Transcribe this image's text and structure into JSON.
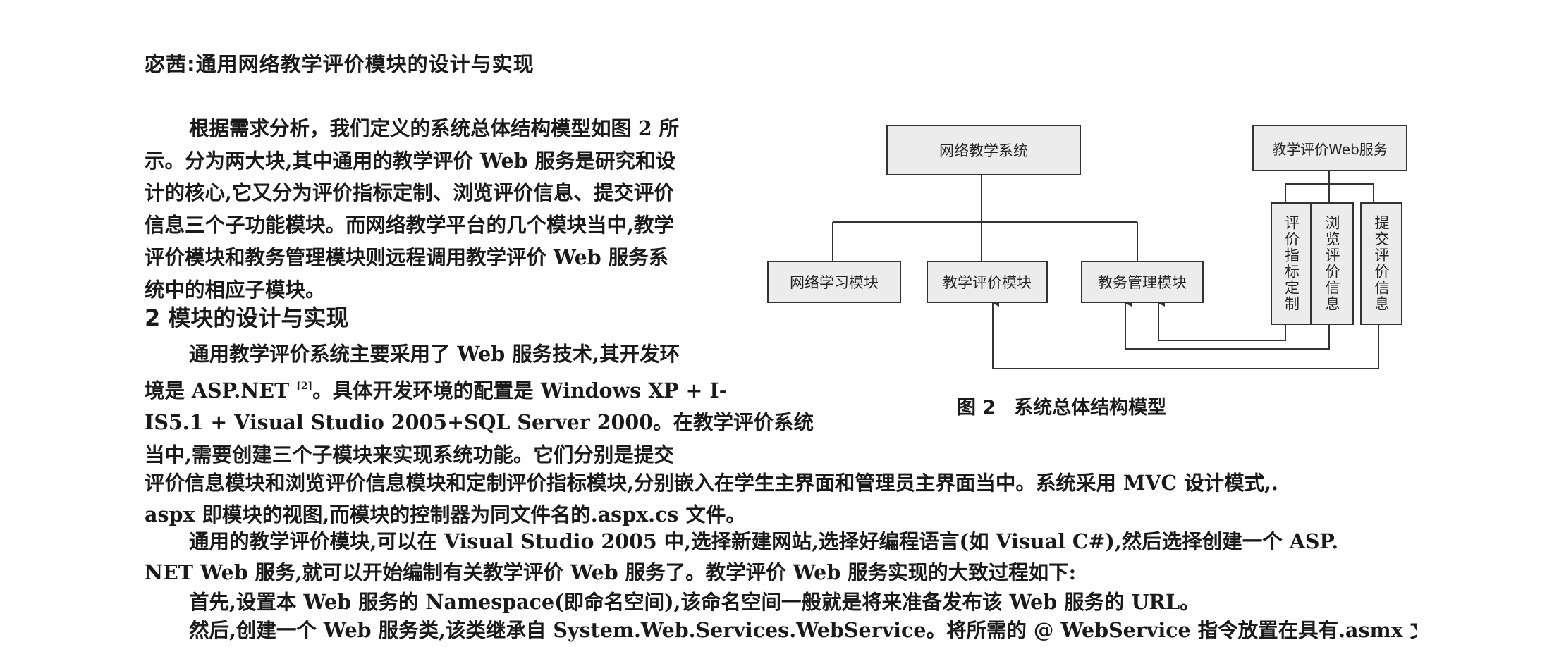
{
  "header": {
    "running_title": "宓茜:通用网络教学评价模块的设计与实现"
  },
  "intro_paragraph": {
    "lines": [
      "根据需求分析，我们定义的系统总体结构模型如图 2 所",
      "示。分为两大块,其中通用的教学评价 Web 服务是研究和设",
      "计的核心,它又分为评价指标定制、浏览评价信息、提交评价",
      "信息三个子功能模块。而网络教学平台的几个模块当中,教学",
      "评价模块和教务管理模块则远程调用教学评价 Web 服务系",
      "统中的相应子模块。"
    ]
  },
  "section": {
    "title": "2 模块的设计与实现"
  },
  "dev_paragraph": {
    "line1": "通用教学评价系统主要采用了 Web 服务技术,其开发环",
    "line2_pre": "境是 ASP.NET ",
    "line2_ref": "[2]",
    "line2_post": "。具体开发环境的配置是 Windows XP + I-",
    "line3": "IS5.1 + Visual Studio 2005+SQL Server 2000。在教学评价系统",
    "line4": "当中,需要创建三个子模块来实现系统功能。它们分别是提交",
    "line5": "评价信息模块和浏览评价信息模块和定制评价指标模块,分别嵌入在学生主界面和管理员主界面当中。系统采用 MVC 设计模式,.",
    "line6": "aspx 即模块的视图,而模块的控制器为同文件名的.aspx.cs 文件。"
  },
  "web_service_paragraph": {
    "line1": "通用的教学评价模块,可以在 Visual Studio 2005 中,选择新建网站,选择好编程语言(如 Visual C#),然后选择创建一个 ASP.",
    "line2": "NET Web 服务,就可以开始编制有关教学评价 Web 服务了。教学评价 Web 服务实现的大致过程如下:"
  },
  "namespace_paragraph": {
    "line1": "首先,设置本 Web 服务的 Namespace(即命名空间),该命名空间一般就是将来准备发布该 Web 服务的 URL。"
  },
  "class_paragraph": {
    "line1": "然后,创建一个 Web 服务类,该类继承自 System.Web.Services.WebService。将所需的 @ WebService 指令放置在具有.asmx 文件"
  },
  "figure": {
    "nodes": {
      "root": "网络教学系统",
      "service": "教学评价Web服务",
      "study": "网络学习模块",
      "evaluation": "教学评价模块",
      "affairs": "教务管理模块",
      "custom": "评价指标定制",
      "browse": "浏览评价信息",
      "submit": "提交评价信息"
    },
    "caption_label": "图 2",
    "caption_text": "系统总体结构模型",
    "colors": {
      "box_fill": "#ececec",
      "stroke": "#333333"
    }
  }
}
